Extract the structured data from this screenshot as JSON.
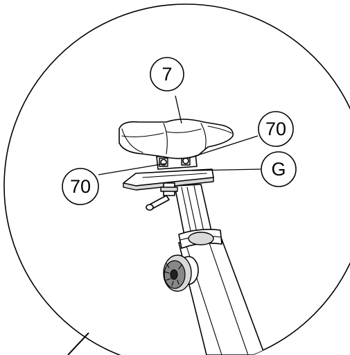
{
  "callouts": {
    "seat": "7",
    "bolt_right": "70",
    "bolt_left": "70",
    "slider": "G"
  }
}
